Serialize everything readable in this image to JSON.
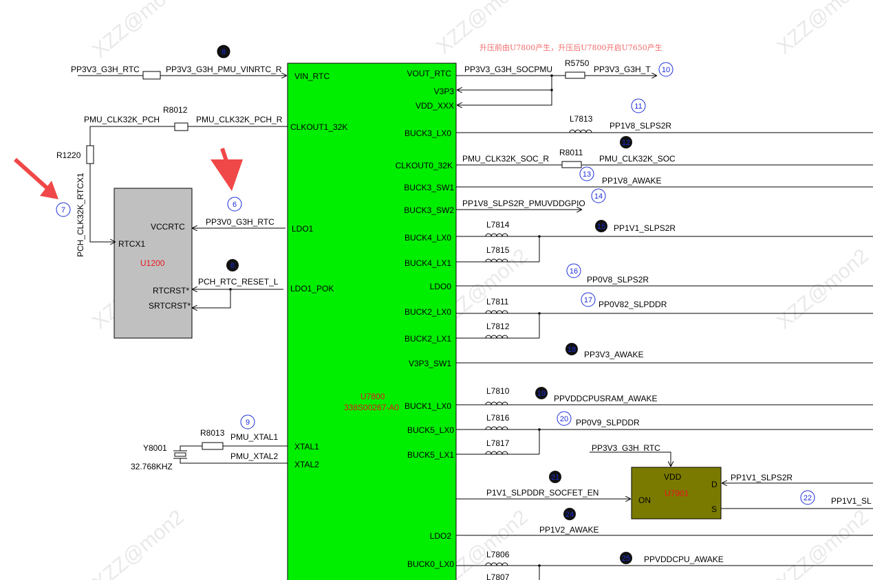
{
  "note": "升压前由U7800产生，升压后U7800开启U7650产生",
  "watermark": "XZZ@mon2",
  "chips": {
    "u7800": {
      "ref": "U7800",
      "part": "338S00267-A0",
      "color": "#00ee00"
    },
    "u1200": {
      "ref": "U1200",
      "color": "#c0c0c0"
    },
    "u7901": {
      "ref": "U7901",
      "color": "#7a7a00"
    }
  },
  "u7800_left_pins": [
    "VIN_RTC",
    "CLKOUT1_32K",
    "LDO1",
    "LDO1_POK",
    "XTAL1",
    "XTAL2"
  ],
  "u7800_right_pins": [
    "VOUT_RTC",
    "V3P3",
    "VDD_XXX",
    "BUCK3_LX0",
    "CLKOUT0_32K",
    "BUCK3_SW1",
    "BUCK3_SW2",
    "BUCK4_LX0",
    "BUCK4_LX1",
    "LDO0",
    "BUCK2_LX0",
    "BUCK2_LX1",
    "V3P3_SW1",
    "BUCK1_LX0",
    "BUCK5_LX0",
    "BUCK5_LX1",
    "LDO2",
    "BUCK0_LX0"
  ],
  "u1200_pins": [
    "VCCRTC",
    "RTCX1",
    "RTCRST*",
    "SRTCRST*"
  ],
  "u7901_pins": [
    "VDD",
    "D",
    "ON",
    "S"
  ],
  "nets": [
    "PP3V3_G3H_RTC",
    "PP3V3_G3H_PMU_VINRTC_R",
    "PMU_CLK32K_PCH",
    "PMU_CLK32K_PCH_R",
    "PCH_CLK32K_RTCX1",
    "PP3V0_G3H_RTC",
    "PCH_RTC_RESET_L",
    "PMU_XTAL1",
    "PMU_XTAL2",
    "PP3V3_G3H_SOCPMU",
    "PP3V3_G3H_T",
    "PP1V8_SLPS2R",
    "PMU_CLK32K_SOC_R",
    "PMU_CLK32K_SOC",
    "PP1V8_AWAKE",
    "PP1V8_SLPS2R_PMUVDDGPIO",
    "PP1V1_SLPS2R",
    "PP0V8_SLPS2R",
    "PP0V82_SLPDDR",
    "PP3V3_AWAKE",
    "PPVDDCPUSRAM_AWAKE",
    "PP0V9_SLPDDR",
    "PP3V3_G3H_RTC",
    "PP1V1_SLPS2R",
    "P1V1_SLPDDR_SOCFET_EN",
    "PP1V1_SL",
    "PP1V2_AWAKE",
    "PPVDDCPU_AWAKE"
  ],
  "components": [
    "R5750",
    "R8012",
    "R1220",
    "R8011",
    "L7813",
    "L7814",
    "L7815",
    "L7811",
    "L7812",
    "L7810",
    "L7816",
    "L7817",
    "L7806",
    "L7807",
    "R8013",
    "Y8001",
    "32.768KHZ"
  ],
  "markers": [
    "8",
    "10",
    "11",
    "12",
    "13",
    "14",
    "15",
    "16",
    "17",
    "18",
    "19",
    "20",
    "21",
    "22",
    "24",
    "25",
    "6",
    "7",
    "9",
    "8"
  ]
}
